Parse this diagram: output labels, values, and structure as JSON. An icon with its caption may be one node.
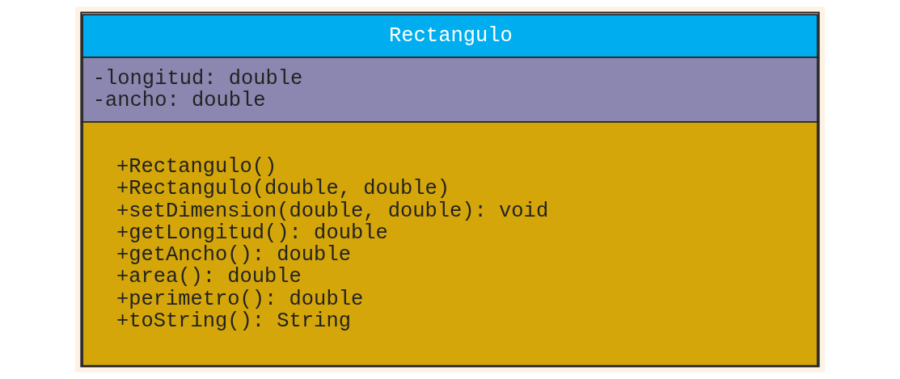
{
  "diagram": {
    "nodes": [
      {
        "text": [
          "Rectangulo",
          "-longitud: double",
          "-ancho: double",
          "+Rectangulo()",
          "+Rectangulo(double, double)",
          "+setDimension(double, double): void",
          "+getLongitud(): double",
          "+getAncho(): double",
          "+area(): double",
          "+perimetro(): double",
          "+toString(): String"
        ]
      }
    ]
  }
}
